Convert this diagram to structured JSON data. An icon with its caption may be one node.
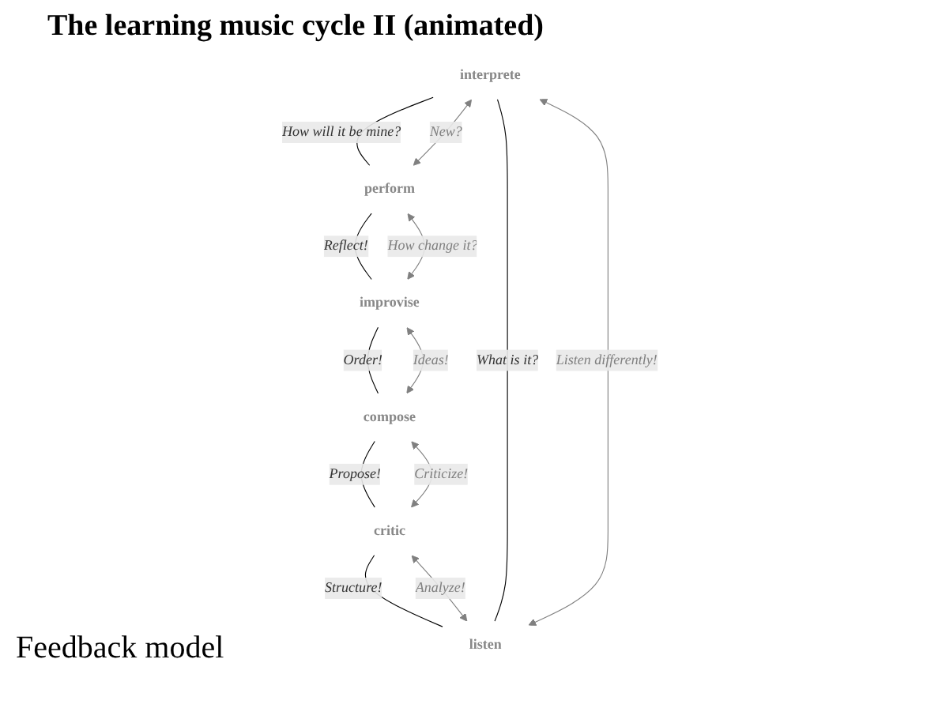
{
  "diagram": {
    "title": "The learning music cycle II (animated)",
    "nodes": [
      {
        "text": [
          "interprete"
        ]
      },
      {
        "text": [
          "perform"
        ]
      },
      {
        "text": [
          "improvise"
        ]
      },
      {
        "text": [
          "compose"
        ]
      },
      {
        "text": [
          "critic"
        ]
      },
      {
        "text": [
          "listen"
        ]
      }
    ],
    "edges": [
      {
        "from": 0,
        "to": 1,
        "arrow": "none",
        "label": "How will it be mine?"
      },
      {
        "from": 0,
        "to": 1,
        "arrow": "both",
        "label": "New?",
        "color": "#808080"
      },
      {
        "from": 1,
        "to": 2,
        "arrow": "none",
        "label": "Reflect!"
      },
      {
        "from": 1,
        "to": 2,
        "arrow": "both",
        "label": "How change it?",
        "color": "#808080"
      },
      {
        "from": 2,
        "to": 3,
        "arrow": "none",
        "label": "Order!"
      },
      {
        "from": 2,
        "to": 3,
        "arrow": "both",
        "label": "Ideas!",
        "color": "#808080"
      },
      {
        "from": 3,
        "to": 4,
        "arrow": "none",
        "label": "Propose!"
      },
      {
        "from": 3,
        "to": 4,
        "arrow": "both",
        "label": "Criticize!",
        "color": "#808080"
      },
      {
        "from": 4,
        "to": 5,
        "arrow": "none",
        "label": "Structure!"
      },
      {
        "from": 4,
        "to": 5,
        "arrow": "both",
        "label": "Analyze!",
        "color": "#808080"
      },
      {
        "from": 5,
        "to": 0,
        "arrow": "none",
        "label": "What is it?"
      },
      {
        "from": 5,
        "to": 0,
        "arrow": "both",
        "label": "Listen differently!",
        "color": "#808080"
      }
    ],
    "labels": [
      "Feedback model"
    ]
  }
}
